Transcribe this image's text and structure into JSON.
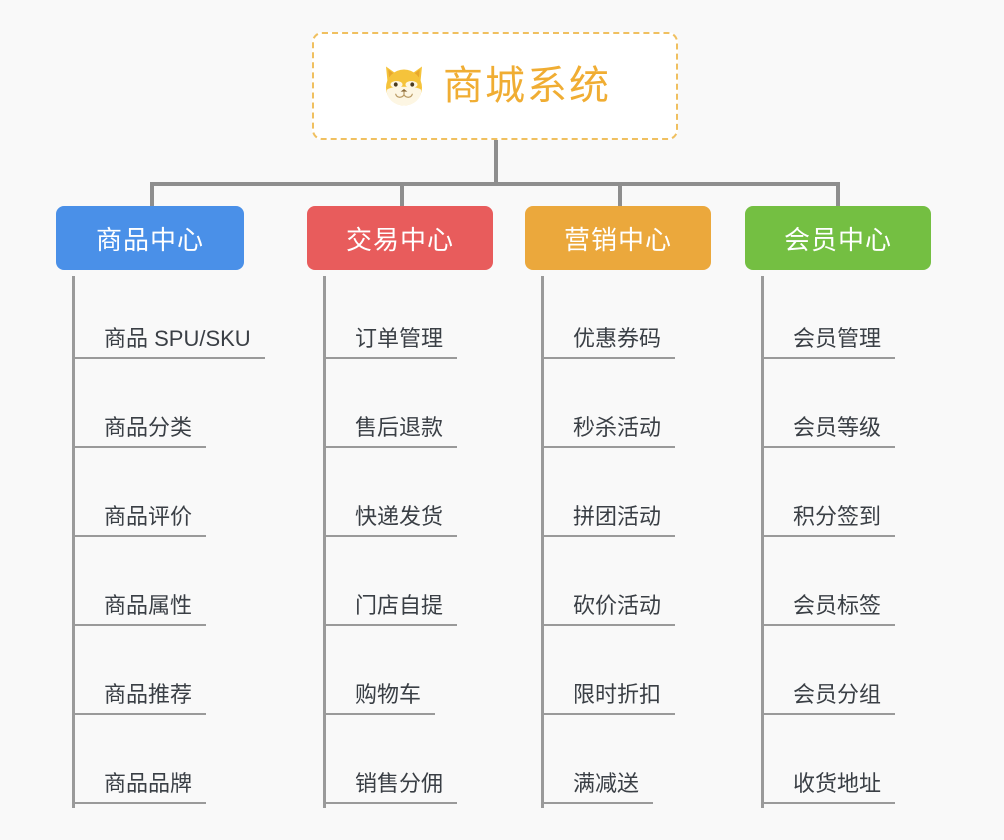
{
  "page": {
    "background_color": "#f9f9f9",
    "line_color": "#8e8e8e",
    "text_color": "#3a3f45"
  },
  "root": {
    "title": "商城系统",
    "icon": "shiba-dog-face",
    "title_color": "#f0ad33",
    "border_color": "#f0c060",
    "background_color": "#ffffff"
  },
  "columns": [
    {
      "key": "product-center",
      "title": "商品中心",
      "color": "#4a90e8",
      "items": [
        "商品 SPU/SKU",
        "商品分类",
        "商品评价",
        "商品属性",
        "商品推荐",
        "商品品牌"
      ]
    },
    {
      "key": "trade-center",
      "title": "交易中心",
      "color": "#e85c5c",
      "items": [
        "订单管理",
        "售后退款",
        "快递发货",
        "门店自提",
        "购物车",
        "销售分佣"
      ]
    },
    {
      "key": "marketing-center",
      "title": "营销中心",
      "color": "#eba83c",
      "items": [
        "优惠券码",
        "秒杀活动",
        "拼团活动",
        "砍价活动",
        "限时折扣",
        "满减送"
      ]
    },
    {
      "key": "member-center",
      "title": "会员中心",
      "color": "#74bf42",
      "items": [
        "会员管理",
        "会员等级",
        "积分签到",
        "会员标签",
        "会员分组",
        "收货地址"
      ]
    }
  ]
}
